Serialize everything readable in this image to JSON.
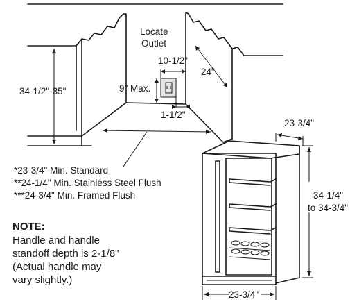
{
  "diagram": {
    "outlet_label_line1": "Locate",
    "outlet_label_line2": "Outlet",
    "dim_outlet_width": "10-1/2\"",
    "dim_outlet_height": "9\" Max.",
    "dim_outlet_offset": "1-1/2\"",
    "dim_opening_height": "34-1/2\"-35\"",
    "dim_opening_depth": "24\"",
    "dim_unit_depth": "23-3/4\"",
    "dim_unit_height_line1": "34-1/4\"",
    "dim_unit_height_line2": "to 34-3/4\"",
    "dim_unit_width": "23-3/4\""
  },
  "width_notes": [
    "*23-3/4\" Min. Standard",
    "**24-1/4\" Min. Stainless Steel Flush",
    "***24-3/4\" Min. Framed Flush"
  ],
  "note": {
    "title": "NOTE:",
    "body": "Handle and handle\nstandoff depth is 2-1/8\"\n(Actual handle may\nvary slightly.)"
  }
}
